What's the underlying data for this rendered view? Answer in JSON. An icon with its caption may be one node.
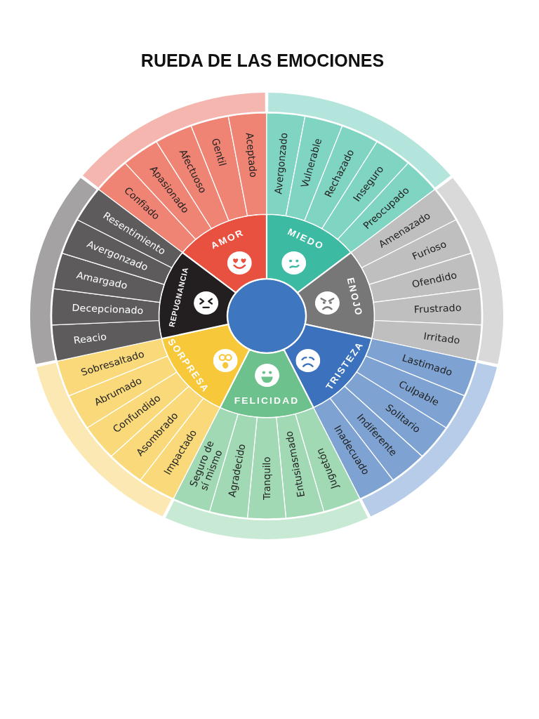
{
  "diagram": {
    "title": "RUEDA DE LAS EMOCIONES",
    "nodes": [
      {
        "text": [],
        "shape": "circle"
      },
      {
        "text": [
          "AMOR"
        ]
      },
      {
        "text": [
          "MIEDO"
        ]
      },
      {
        "text": [
          "ENOJO"
        ]
      },
      {
        "text": [
          "TRISTEZA"
        ]
      },
      {
        "text": [
          "FELICIDAD"
        ]
      },
      {
        "text": [
          "SORPRESA"
        ]
      },
      {
        "text": [
          "REPUGNANCIA"
        ]
      },
      {
        "text": [
          "Confiado"
        ]
      },
      {
        "text": [
          "Apasionado"
        ]
      },
      {
        "text": [
          "Afectuoso"
        ]
      },
      {
        "text": [
          "Gentil"
        ]
      },
      {
        "text": [
          "Aceptado"
        ]
      },
      {
        "text": [
          "Avergonzado"
        ]
      },
      {
        "text": [
          "Vulnerable"
        ]
      },
      {
        "text": [
          "Rechazado"
        ]
      },
      {
        "text": [
          "Inseguro"
        ]
      },
      {
        "text": [
          "Preocupado"
        ]
      },
      {
        "text": [
          "Amenazado"
        ]
      },
      {
        "text": [
          "Furioso"
        ]
      },
      {
        "text": [
          "Ofendido"
        ]
      },
      {
        "text": [
          "Frustrado"
        ]
      },
      {
        "text": [
          "Irritado"
        ]
      },
      {
        "text": [
          "Lastimado"
        ]
      },
      {
        "text": [
          "Culpable"
        ]
      },
      {
        "text": [
          "Solitario"
        ]
      },
      {
        "text": [
          "Indiferente"
        ]
      },
      {
        "text": [
          "Inadecuado"
        ]
      },
      {
        "text": [
          "Juguetón"
        ]
      },
      {
        "text": [
          "Entusiasmado"
        ]
      },
      {
        "text": [
          "Tranquilo"
        ]
      },
      {
        "text": [
          "Agradecido"
        ]
      },
      {
        "text": [
          "Seguro de sí mismo"
        ]
      },
      {
        "text": [
          "Impactado"
        ]
      },
      {
        "text": [
          "Asombrado"
        ]
      },
      {
        "text": [
          "Confundido"
        ]
      },
      {
        "text": [
          "Abrumado"
        ]
      },
      {
        "text": [
          "Sobresaltado"
        ]
      },
      {
        "text": [
          "Reacio"
        ]
      },
      {
        "text": [
          "Decepcionado"
        ]
      },
      {
        "text": [
          "Amargado"
        ]
      },
      {
        "text": [
          "Avergonzado"
        ]
      },
      {
        "text": [
          "Resentimiento"
        ]
      },
      {
        "text": [],
        "shape": "band"
      },
      {
        "text": [],
        "shape": "band"
      },
      {
        "text": [],
        "shape": "band"
      },
      {
        "text": [],
        "shape": "band"
      },
      {
        "text": [],
        "shape": "band"
      },
      {
        "text": [],
        "shape": "band"
      },
      {
        "text": [],
        "shape": "band"
      }
    ]
  }
}
